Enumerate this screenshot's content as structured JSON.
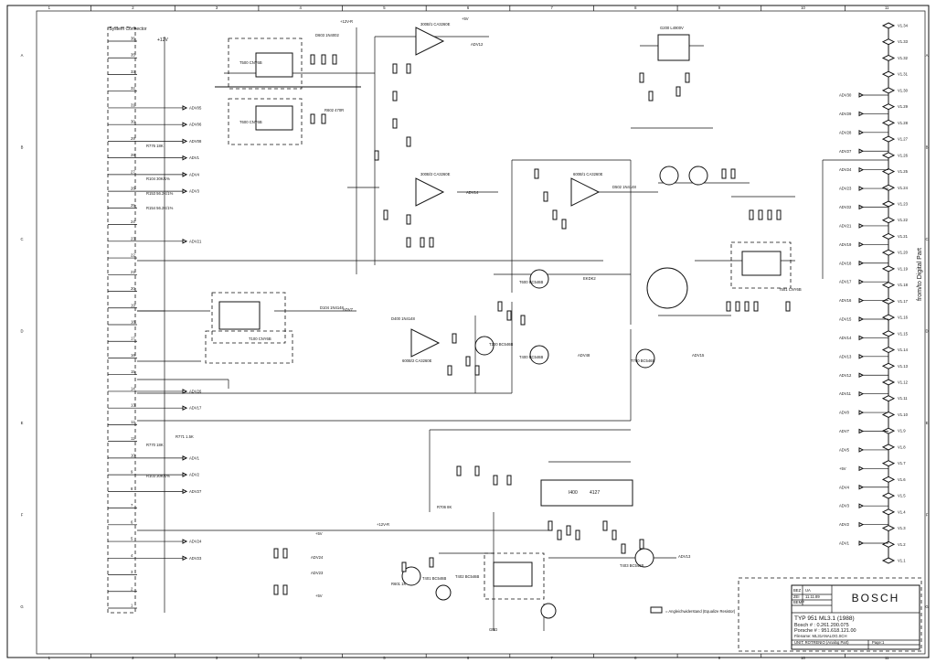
{
  "columns": [
    "1",
    "2",
    "3",
    "4",
    "5",
    "6",
    "7",
    "8",
    "9",
    "10",
    "11"
  ],
  "rows": [
    "A",
    "B",
    "C",
    "D",
    "E",
    "F",
    "G"
  ],
  "system_connector_label": "System Connector",
  "system_connector_supply": "+12V",
  "pins": [
    {
      "num": "36",
      "label": ""
    },
    {
      "num": "35",
      "label": ""
    },
    {
      "num": "33",
      "label": ""
    },
    {
      "num": "32",
      "label": ""
    },
    {
      "num": "31",
      "label": "ADV05"
    },
    {
      "num": "30",
      "label": "ADV06"
    },
    {
      "num": "29",
      "label": "ADV08"
    },
    {
      "num": "28",
      "label": "ADV1"
    },
    {
      "num": "27",
      "label": "ADV4"
    },
    {
      "num": "26",
      "label": "ADV3"
    },
    {
      "num": "25",
      "label": ""
    },
    {
      "num": "24",
      "label": ""
    },
    {
      "num": "23",
      "label": "ADV21"
    },
    {
      "num": "22",
      "label": ""
    },
    {
      "num": "21",
      "label": ""
    },
    {
      "num": "20",
      "label": ""
    },
    {
      "num": "19",
      "label": ""
    },
    {
      "num": "18",
      "label": ""
    },
    {
      "num": "17",
      "label": ""
    },
    {
      "num": "16",
      "label": ""
    },
    {
      "num": "15",
      "label": ""
    },
    {
      "num": "14",
      "label": "ADV26"
    },
    {
      "num": "13",
      "label": "ADV17"
    },
    {
      "num": "12",
      "label": ""
    },
    {
      "num": "11",
      "label": ""
    },
    {
      "num": "10",
      "label": "ADV1"
    },
    {
      "num": "9",
      "label": "ADV2"
    },
    {
      "num": "8",
      "label": "ADV27"
    },
    {
      "num": "7",
      "label": ""
    },
    {
      "num": "6",
      "label": ""
    },
    {
      "num": "5",
      "label": "ADV24"
    },
    {
      "num": "4",
      "label": "ADV23"
    },
    {
      "num": "3",
      "label": ""
    },
    {
      "num": "2",
      "label": ""
    },
    {
      "num": "1",
      "label": ""
    }
  ],
  "right_connector_label": "from/to Digital Part",
  "right_connector_pins": [
    "V1.34",
    "V1.33",
    "V1.32",
    "V1.31",
    "V1.30",
    "V1.29",
    "V1.28",
    "V1.27",
    "V1.26",
    "V1.25",
    "V1.24",
    "V1.23",
    "V1.22",
    "V1.21",
    "V1.20",
    "V1.19",
    "V1.18",
    "V1.17",
    "V1.16",
    "V1.15",
    "V1.14",
    "V1.13",
    "V1.12",
    "V1.11",
    "V1.10",
    "V1.9",
    "V1.8",
    "V1.7",
    "V1.6",
    "V1.5",
    "V1.4",
    "V1.3",
    "V1.2",
    "V1.1"
  ],
  "right_signals": [
    "ADV30",
    "ADV29",
    "ADV28",
    "ADV27",
    "ADV24",
    "ADV23",
    "ADV22",
    "ADV21",
    "ADV19",
    "ADV18",
    "ADV17",
    "ADV16",
    "ADV15",
    "ADV14",
    "ADV13",
    "ADV12",
    "ADV11",
    "ADV0",
    "ADV7",
    "ADV5",
    "+5V",
    "ADV4",
    "ADV3",
    "ADV2",
    "ADV1"
  ],
  "components": {
    "opamps": [
      "300B/1 CA3260E",
      "300B/2 CA3260E",
      "600B/1 CA3260E",
      "600B/2 CA3260E"
    ],
    "regulator": "G200 L4900V",
    "ic": "I400",
    "ic_part": "4127",
    "optos": [
      "T500 CNY6B",
      "T600 CNY6B",
      "T100 CNY6B",
      "T501 CNY6B"
    ],
    "transistors": [
      "T600 BC546B",
      "T200 BC546B",
      "T400 BC546B",
      "T700 BC546B",
      "T401 BC546B",
      "T403 BC546B",
      "T402 BC546B",
      "T501 BC546B",
      "T502 BC546B"
    ],
    "resistors": [
      "R776 18K",
      "R104 30K/1%",
      "R153 56.2K/1%",
      "R154 56.2K/1%",
      "R770 18K",
      "R771 1.5K",
      "R103 30K/1%",
      "R706 8K",
      "R602 470R",
      "R601 1K"
    ],
    "diodes": [
      "D603 1N4002",
      "D104 1N4148",
      "D502 1N4148",
      "D400 1N4148"
    ],
    "supply_12v": "+12V-R",
    "supply_5v": "+5V",
    "gnd": "GND"
  },
  "legend_note": "= Angleichwiderstand (Equalize Resistor)",
  "title_block": {
    "brand": "BOSCH",
    "rev_head": "BEZ",
    "rev_a": "UA",
    "date": "11.11.89",
    "approved": "ZEI",
    "checked": "BEMP",
    "title": "TYP 951 ML3.1 (1988)",
    "bosch_no": "Bosch # : 0.261.200.075",
    "porsche_no": "Porsche # : 951.618.121.00",
    "filename": "Filename: ML31ANALOG.SCH",
    "unit": "UNIT: ROTRENIO (Analog Part)",
    "page": "Page:1"
  }
}
